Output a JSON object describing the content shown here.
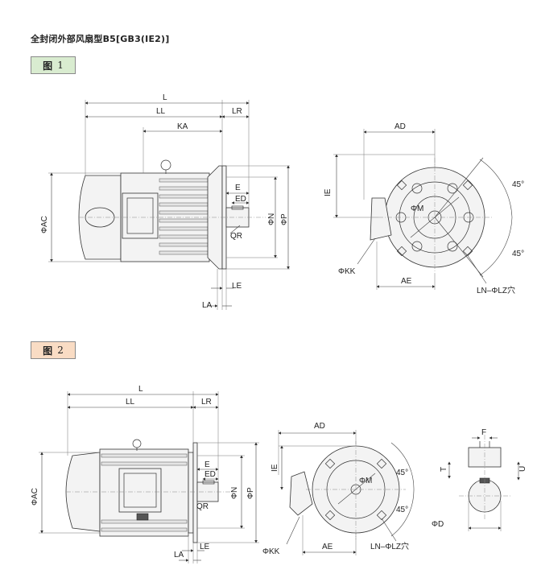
{
  "title": "全封闭外部风扇型B5[GB3(IE2)]",
  "fig1": {
    "label": "图",
    "num": "1"
  },
  "fig2": {
    "label": "图",
    "num": "2"
  },
  "dims": {
    "L": "L",
    "LL": "LL",
    "LR": "LR",
    "KA": "KA",
    "E": "E",
    "ED": "ED",
    "QR": "QR",
    "LE": "LE",
    "LA": "LA",
    "AC": "ΦAC",
    "N": "ΦN",
    "P": "ΦP",
    "AD": "AD",
    "IE": "IE",
    "M": "ΦM",
    "KK": "ΦKK",
    "AE": "AE",
    "LZ": "LN–ΦLZ穴",
    "deg45": "45°",
    "F": "F",
    "T": "T",
    "U": "U",
    "D": "ΦD"
  }
}
